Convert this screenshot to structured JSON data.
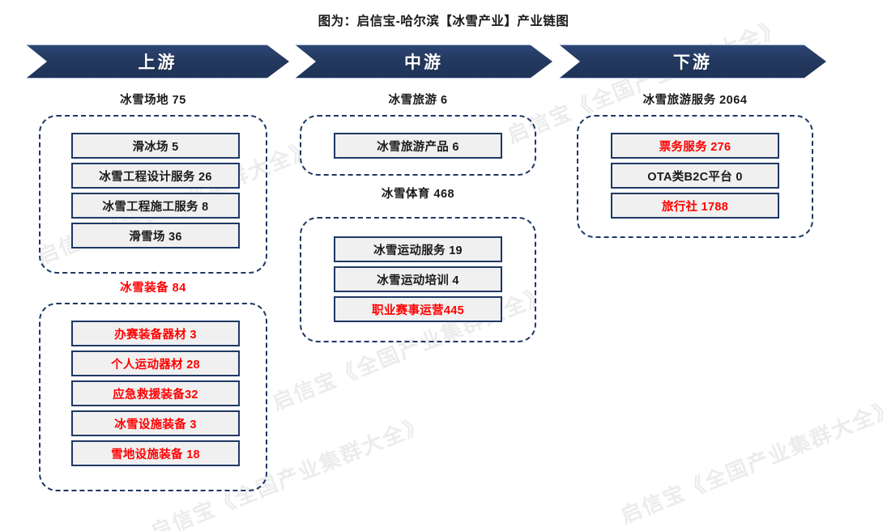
{
  "title": "图为：启信宝-哈尔滨【冰雪产业】产业链图",
  "watermark_text": "启信宝《全国产业集群大全》",
  "colors": {
    "navy": "#1f3864",
    "banner": "#27406b",
    "red": "#ff0000",
    "node_fill": "#f0f0f0",
    "text": "#1a1a1a",
    "watermark": "#ececed"
  },
  "banners": [
    {
      "label": "上游"
    },
    {
      "label": "中游"
    },
    {
      "label": "下游"
    }
  ],
  "chart_data": {
    "type": "diagram",
    "title": "图为：启信宝-哈尔滨【冰雪产业】产业链图",
    "stages": [
      {
        "stage": "上游",
        "groups": [
          {
            "name": "冰雪场地",
            "count": 75,
            "label": "冰雪场地 75",
            "highlighted": false,
            "items": [
              {
                "label": "滑冰场 5",
                "name": "滑冰场",
                "value": 5,
                "highlighted": false
              },
              {
                "label": "冰雪工程设计服务 26",
                "name": "冰雪工程设计服务",
                "value": 26,
                "highlighted": false
              },
              {
                "label": "冰雪工程施工服务 8",
                "name": "冰雪工程施工服务",
                "value": 8,
                "highlighted": false
              },
              {
                "label": "滑雪场 36",
                "name": "滑雪场",
                "value": 36,
                "highlighted": false
              }
            ]
          },
          {
            "name": "冰雪装备",
            "count": 84,
            "label": "冰雪装备 84",
            "highlighted": true,
            "items": [
              {
                "label": "办赛装备器材 3",
                "name": "办赛装备器材",
                "value": 3,
                "highlighted": true
              },
              {
                "label": "个人运动器材 28",
                "name": "个人运动器材",
                "value": 28,
                "highlighted": true
              },
              {
                "label": "应急救援装备32",
                "name": "应急救援装备",
                "value": 32,
                "highlighted": true
              },
              {
                "label": "冰雪设施装备 3",
                "name": "冰雪设施装备",
                "value": 3,
                "highlighted": true
              },
              {
                "label": "雪地设施装备 18",
                "name": "雪地设施装备",
                "value": 18,
                "highlighted": true
              }
            ]
          }
        ]
      },
      {
        "stage": "中游",
        "groups": [
          {
            "name": "冰雪旅游",
            "count": 6,
            "label": "冰雪旅游 6",
            "highlighted": false,
            "items": [
              {
                "label": "冰雪旅游产品 6",
                "name": "冰雪旅游产品",
                "value": 6,
                "highlighted": false
              }
            ]
          },
          {
            "name": "冰雪体育",
            "count": 468,
            "label": "冰雪体育 468",
            "highlighted": false,
            "items": [
              {
                "label": "冰雪运动服务 19",
                "name": "冰雪运动服务",
                "value": 19,
                "highlighted": false
              },
              {
                "label": "冰雪运动培训 4",
                "name": "冰雪运动培训",
                "value": 4,
                "highlighted": false
              },
              {
                "label": "职业赛事运营445",
                "name": "职业赛事运营",
                "value": 445,
                "highlighted": true
              }
            ]
          }
        ]
      },
      {
        "stage": "下游",
        "groups": [
          {
            "name": "冰雪旅游服务",
            "count": 2064,
            "label": "冰雪旅游服务 2064",
            "highlighted": false,
            "items": [
              {
                "label": "票务服务 276",
                "name": "票务服务",
                "value": 276,
                "highlighted": true
              },
              {
                "label": "OTA类B2C平台 0",
                "name": "OTA类B2C平台",
                "value": 0,
                "highlighted": false
              },
              {
                "label": "旅行社 1788",
                "name": "旅行社",
                "value": 1788,
                "highlighted": true
              }
            ]
          }
        ]
      }
    ]
  }
}
